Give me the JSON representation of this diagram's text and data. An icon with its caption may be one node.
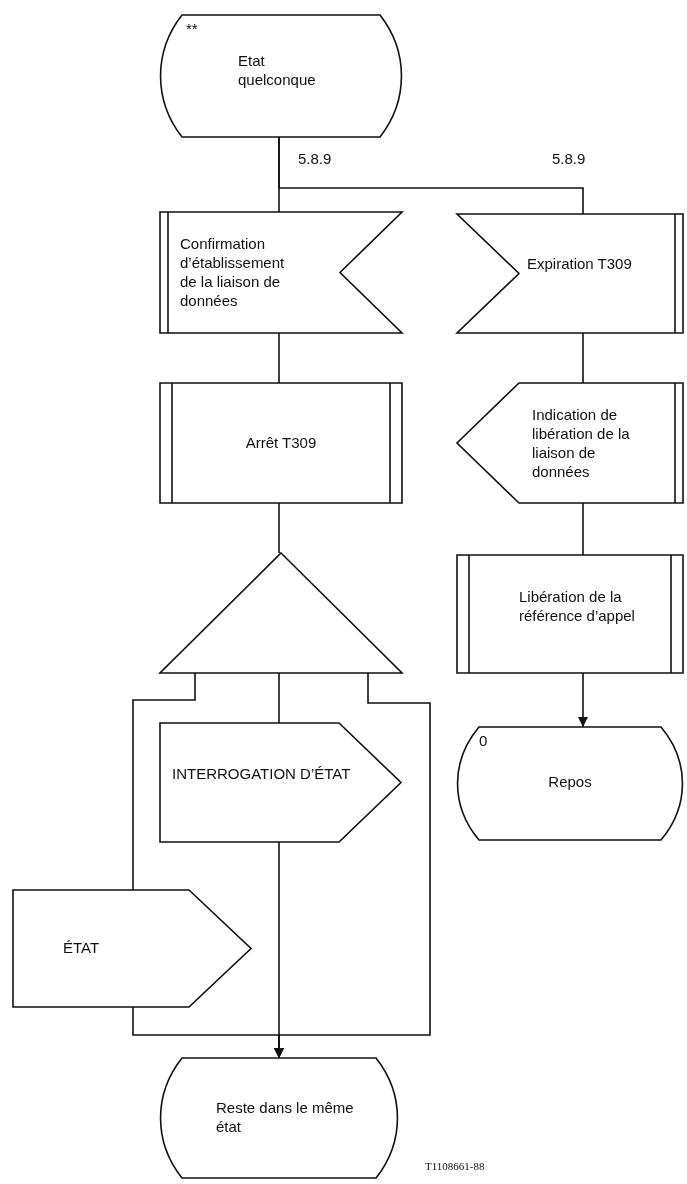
{
  "diagram": {
    "nodes": [
      {
        "text": [
          "**",
          "Etat quelconque"
        ]
      },
      {
        "text": [
          "Confirmation d’établissement de la liaison de données"
        ]
      },
      {
        "text": [
          "Expiration T309"
        ]
      },
      {
        "text": [
          "Arrêt T309"
        ]
      },
      {
        "text": [
          "Indication de libération de la liaison de données"
        ]
      },
      {
        "text": [],
        "shape": "triangle"
      },
      {
        "text": [
          "Libération de la référence d’appel"
        ]
      },
      {
        "text": [
          "INTERROGATION D’ÉTAT"
        ]
      },
      {
        "text": [
          "0",
          "Repos"
        ]
      },
      {
        "text": [
          "ÉTAT"
        ]
      },
      {
        "text": [
          "Reste dans le même état"
        ]
      }
    ],
    "edges": [
      {
        "from": 0,
        "to": 1,
        "arrow": "none",
        "label": "5.8.9"
      },
      {
        "from": 0,
        "to": 2,
        "arrow": "none",
        "label": "5.8.9"
      },
      {
        "from": 1,
        "to": 3,
        "arrow": "none"
      },
      {
        "from": 3,
        "to": 5,
        "arrow": "none"
      },
      {
        "from": 5,
        "to": 7,
        "arrow": "none"
      },
      {
        "from": 5,
        "to": 9,
        "arrow": "none"
      },
      {
        "from": 5,
        "to": 10,
        "arrow": "to"
      },
      {
        "from": 7,
        "to": 10,
        "arrow": "to"
      },
      {
        "from": 9,
        "to": 10,
        "arrow": "to"
      },
      {
        "from": 2,
        "to": 4,
        "arrow": "none"
      },
      {
        "from": 4,
        "to": 6,
        "arrow": "none"
      },
      {
        "from": 6,
        "to": 8,
        "arrow": "to"
      }
    ],
    "labels": [
      "T1108661-88"
    ]
  }
}
